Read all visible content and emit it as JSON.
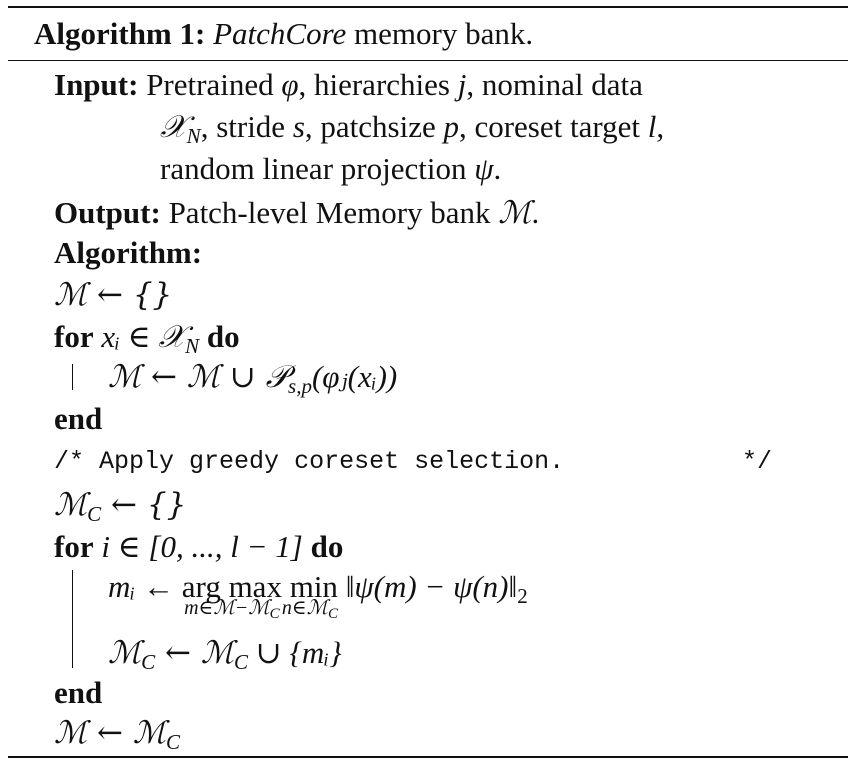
{
  "algorithm": {
    "label": "Algorithm 1:",
    "name": "PatchCore",
    "title_rest": " memory bank.",
    "input_label": "Input:",
    "input_line1_a": " Pretrained ",
    "phi": "φ",
    "input_line1_b": ", hierarchies ",
    "j": "j",
    "input_line1_c": ", nominal data",
    "X": "𝒳",
    "N": "N",
    "input_line2_a": ", stride ",
    "s": "s",
    "input_line2_b": ", patchsize ",
    "p": "p",
    "input_line2_c": ", coreset target ",
    "l": "l",
    "input_line2_d": ",",
    "input_line3_a": "random linear projection ",
    "psi": "ψ",
    "input_line3_b": ".",
    "output_label": "Output:",
    "output_text_a": " Patch-level Memory bank ",
    "M": "ℳ",
    "output_text_b": ".",
    "algorithm_label": "Algorithm:",
    "init_M": "ℳ ← {}",
    "for_kw": "for",
    "do_kw": "do",
    "for1_cond": "xᵢ ∈ 𝒳",
    "update1": "ℳ ← ℳ ∪ 𝒫",
    "update1_sub": "s,p",
    "update1_rest": "(φⱼ(xᵢ))",
    "end_kw": "end",
    "comment_open": "/*",
    "comment_text": "Apply greedy coreset selection.",
    "comment_close": "*/",
    "init_MC": "ℳ",
    "init_MC_sub": "C",
    "init_MC_rest": " ← {}",
    "for2_cond": "i ∈ [0, ..., l − 1]",
    "argmax_lhs": "mᵢ ←",
    "argmax_op": "arg max",
    "min_op": "min",
    "argmax_under": "m∈ℳ−ℳ",
    "argmax_under_sub": "C",
    "min_under": "n∈ℳ",
    "min_under_sub": "C",
    "norm_expr": "‖ψ(m) − ψ(n)‖",
    "norm_sub": "2",
    "update2_a": "ℳ",
    "update2_sub1": "C",
    "update2_b": " ← ℳ",
    "update2_sub2": "C",
    "update2_c": " ∪ {mᵢ}",
    "final_a": "ℳ ← ℳ",
    "final_sub": "C"
  }
}
